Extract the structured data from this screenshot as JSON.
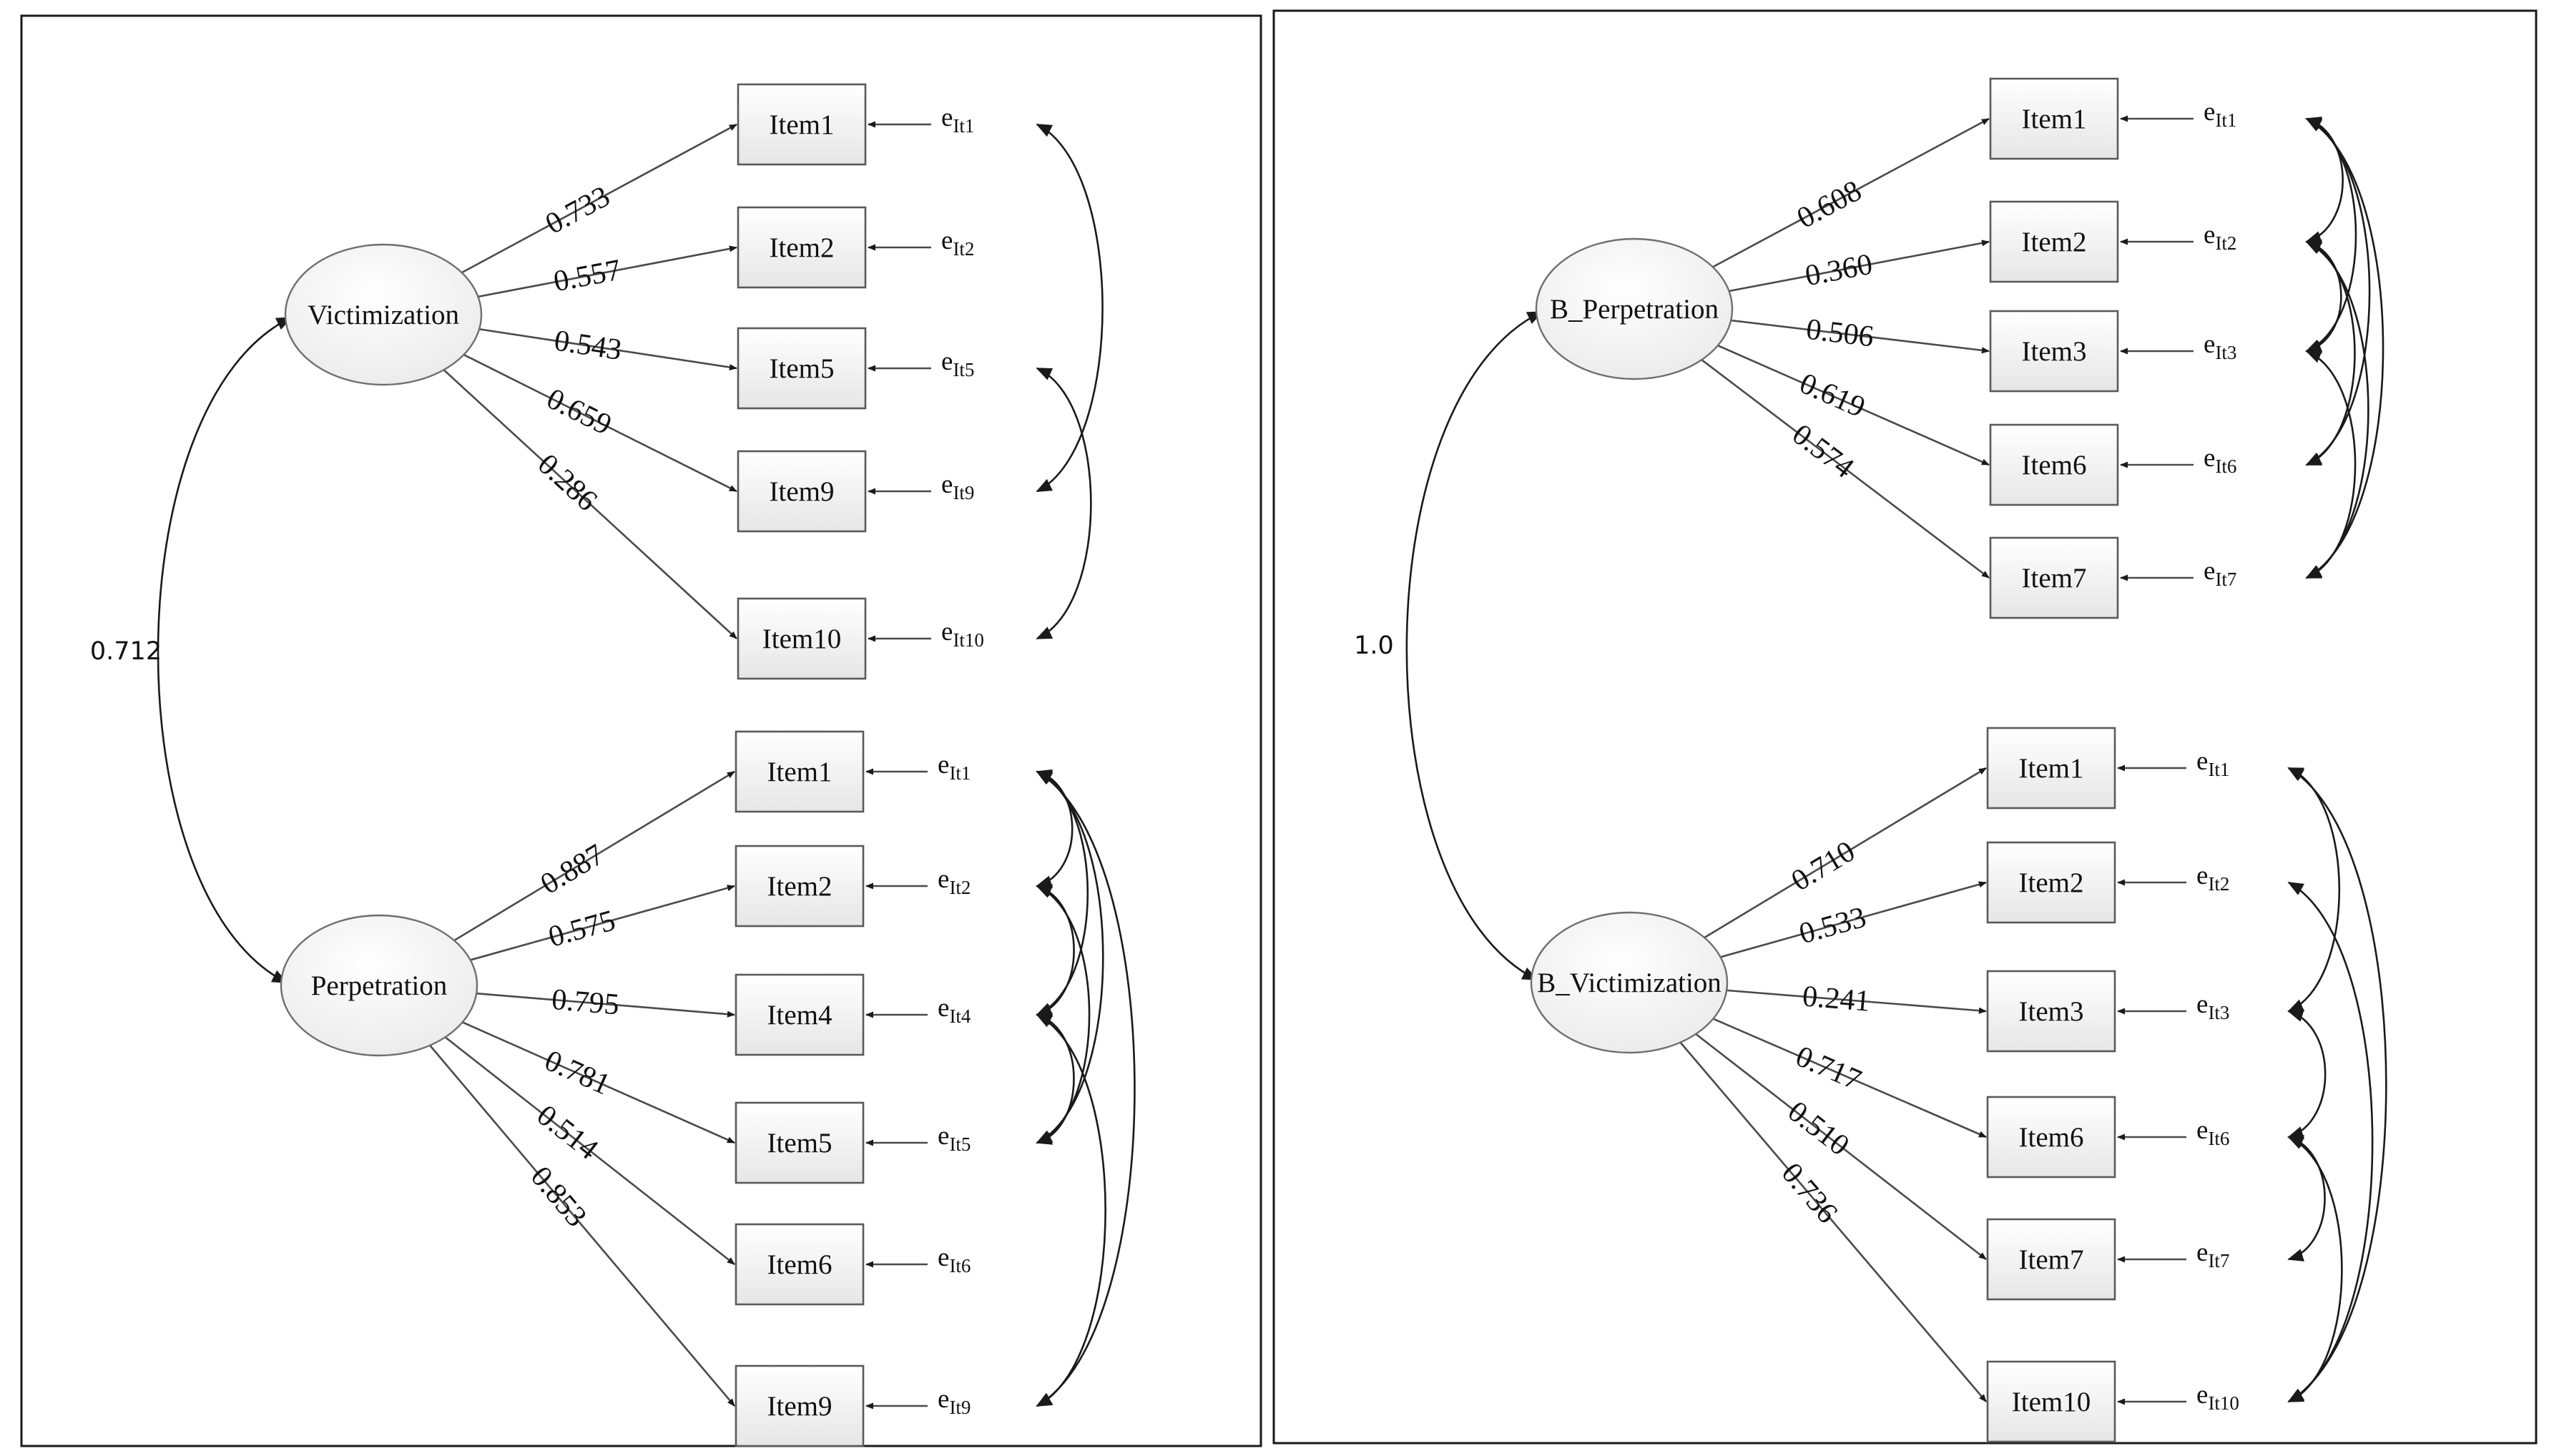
{
  "panels": [
    {
      "factors": [
        {
          "name": "Victimization",
          "items": [
            "Item1",
            "Item2",
            "Item5",
            "Item9",
            "Item10"
          ],
          "loadings": [
            "0.733",
            "0.557",
            "0.543",
            "0.659",
            "0.286"
          ],
          "errors": [
            "It1",
            "It2",
            "It5",
            "It9",
            "It10"
          ]
        },
        {
          "name": "Perpetration",
          "items": [
            "Item1",
            "Item2",
            "Item4",
            "Item5",
            "Item6",
            "Item9"
          ],
          "loadings": [
            "0.887",
            "0.575",
            "0.795",
            "0.781",
            "0.514",
            "0.853"
          ],
          "errors": [
            "It1",
            "It2",
            "It4",
            "It5",
            "It6",
            "It9"
          ]
        }
      ],
      "correlation": "0.712",
      "error_covariances": [
        {
          "factor": 0,
          "from": 0,
          "to": 3
        },
        {
          "factor": 0,
          "from": 2,
          "to": 4
        },
        {
          "factor": 1,
          "from": 0,
          "to": 1
        },
        {
          "factor": 1,
          "from": 0,
          "to": 2
        },
        {
          "factor": 1,
          "from": 0,
          "to": 3
        },
        {
          "factor": 1,
          "from": 0,
          "to": 5
        },
        {
          "factor": 1,
          "from": 1,
          "to": 2
        },
        {
          "factor": 1,
          "from": 1,
          "to": 3
        },
        {
          "factor": 1,
          "from": 2,
          "to": 3
        },
        {
          "factor": 1,
          "from": 2,
          "to": 5
        }
      ]
    },
    {
      "factors": [
        {
          "name": "B_Perpetration",
          "items": [
            "Item1",
            "Item2",
            "Item3",
            "Item6",
            "Item7"
          ],
          "loadings": [
            "0.608",
            "0.360",
            "0.506",
            "0.619",
            "0.574"
          ],
          "errors": [
            "It1",
            "It2",
            "It3",
            "It6",
            "It7"
          ]
        },
        {
          "name": "B_Victimization",
          "items": [
            "Item1",
            "Item2",
            "Item3",
            "Item6",
            "Item7",
            "Item10"
          ],
          "loadings": [
            "0.710",
            "0.533",
            "0.241",
            "0.717",
            "0.510",
            "0.736"
          ],
          "errors": [
            "It1",
            "It2",
            "It3",
            "It6",
            "It7",
            "It10"
          ]
        }
      ],
      "correlation": "1.0",
      "error_covariances": [
        {
          "factor": 0,
          "from": 0,
          "to": 1
        },
        {
          "factor": 0,
          "from": 0,
          "to": 2
        },
        {
          "factor": 0,
          "from": 0,
          "to": 3
        },
        {
          "factor": 0,
          "from": 0,
          "to": 4
        },
        {
          "factor": 0,
          "from": 1,
          "to": 2
        },
        {
          "factor": 0,
          "from": 1,
          "to": 3
        },
        {
          "factor": 0,
          "from": 1,
          "to": 4
        },
        {
          "factor": 0,
          "from": 2,
          "to": 4
        },
        {
          "factor": 1,
          "from": 0,
          "to": 2
        },
        {
          "factor": 1,
          "from": 0,
          "to": 5
        },
        {
          "factor": 1,
          "from": 1,
          "to": 5
        },
        {
          "factor": 1,
          "from": 2,
          "to": 3
        },
        {
          "factor": 1,
          "from": 3,
          "to": 4
        },
        {
          "factor": 1,
          "from": 3,
          "to": 5
        }
      ]
    }
  ]
}
